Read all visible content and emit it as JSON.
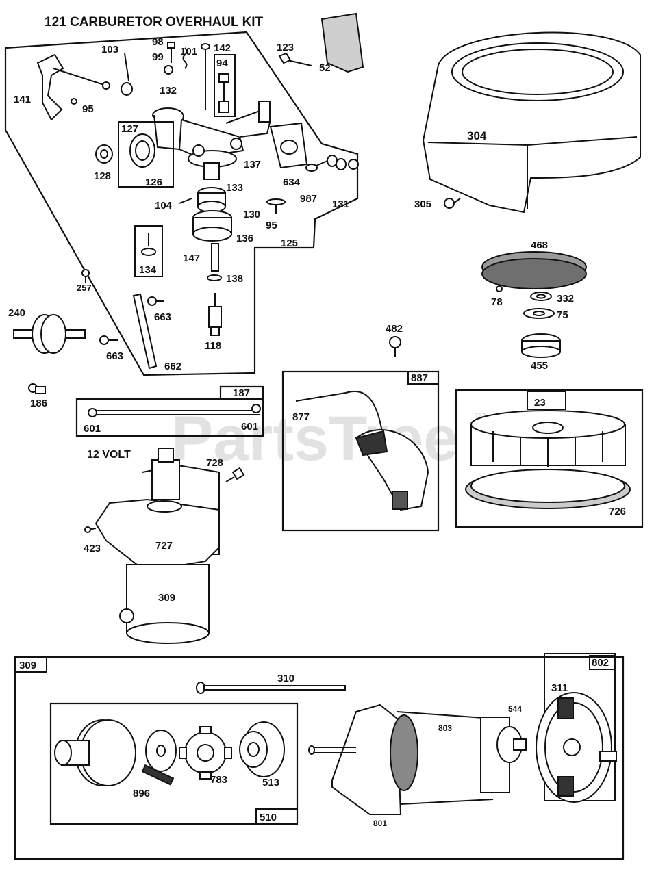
{
  "title": "121 CARBURETOR OVERHAUL KIT",
  "watermark": "PartsTree",
  "trademark": "TM",
  "voltage_label": "12 VOLT",
  "boxed_labels": {
    "b94": "94",
    "b126": "126",
    "b125": "125",
    "b134": "134",
    "b187": "187",
    "b887": "887",
    "b23": "23",
    "b309": "309",
    "b802": "802",
    "b510": "510"
  },
  "part_labels": {
    "p103": "103",
    "p98": "98",
    "p99": "99",
    "p101": "101",
    "p142": "142",
    "p123": "123",
    "p52": "52",
    "p132": "132",
    "p141": "141",
    "p95a": "95",
    "p127": "127",
    "p304": "304",
    "p137": "137",
    "p128": "128",
    "p634": "634",
    "p133": "133",
    "p987": "987",
    "p131": "131",
    "p104": "104",
    "p130": "130",
    "p95b": "95",
    "p305": "305",
    "p136": "136",
    "p468": "468",
    "p147": "147",
    "p138": "138",
    "p257": "257",
    "p78": "78",
    "p332": "332",
    "p75": "75",
    "p240": "240",
    "p663a": "663",
    "p482": "482",
    "p118": "118",
    "p663b": "663",
    "p455": "455",
    "p662": "662",
    "p186": "186",
    "p877": "877",
    "p601a": "601",
    "p601b": "601",
    "p728": "728",
    "p726": "726",
    "p423": "423",
    "p727": "727",
    "p309": "309",
    "p310": "310",
    "p311": "311",
    "p544": "544",
    "p803": "803",
    "p896": "896",
    "p783": "783",
    "p513": "513",
    "p801": "801"
  },
  "colors": {
    "ink": "#111111",
    "paper": "#ffffff",
    "watermark": "#d9d9d9"
  }
}
